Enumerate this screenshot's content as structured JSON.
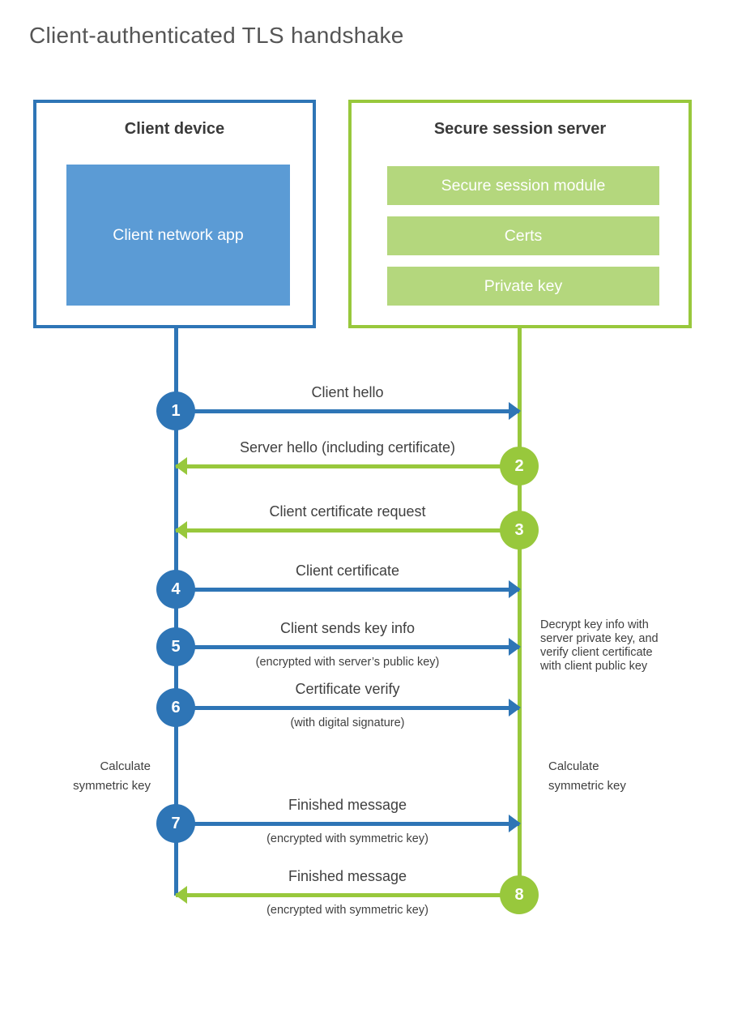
{
  "title": "Client-authenticated TLS handshake",
  "colors": {
    "blue_line": "#2e75b6",
    "blue_fill": "#5b9bd5",
    "green_line": "#98c83c",
    "green_fill": "#b4d77d",
    "title_text": "#555555",
    "label_text": "#404040"
  },
  "client": {
    "title": "Client device",
    "app_label": "Client network app"
  },
  "server": {
    "title": "Secure session server",
    "modules": [
      "Secure session module",
      "Certs",
      "Private key"
    ]
  },
  "steps": [
    {
      "number": "1",
      "actor": "client",
      "direction": "right",
      "label": "Client hello",
      "sublabel": ""
    },
    {
      "number": "2",
      "actor": "server",
      "direction": "left",
      "label": "Server hello (including certificate)",
      "sublabel": ""
    },
    {
      "number": "3",
      "actor": "server",
      "direction": "left",
      "label": "Client certificate request",
      "sublabel": ""
    },
    {
      "number": "4",
      "actor": "client",
      "direction": "right",
      "label": "Client certificate",
      "sublabel": ""
    },
    {
      "number": "5",
      "actor": "client",
      "direction": "right",
      "label": "Client sends key info",
      "sublabel": "(encrypted with server’s public key)"
    },
    {
      "number": "6",
      "actor": "client",
      "direction": "right",
      "label": "Certificate verify",
      "sublabel": "(with digital signature)"
    },
    {
      "number": "7",
      "actor": "client",
      "direction": "right",
      "label": "Finished message",
      "sublabel": "(encrypted with symmetric key)"
    },
    {
      "number": "8",
      "actor": "server",
      "direction": "left",
      "label": "Finished message",
      "sublabel": "(encrypted with symmetric key)"
    }
  ],
  "notes": {
    "decrypt_note": "Decrypt key info with server private key, and verify client certificate with client public key",
    "calc_left": "Calculate symmetric key",
    "calc_right": "Calculate symmetric key"
  }
}
